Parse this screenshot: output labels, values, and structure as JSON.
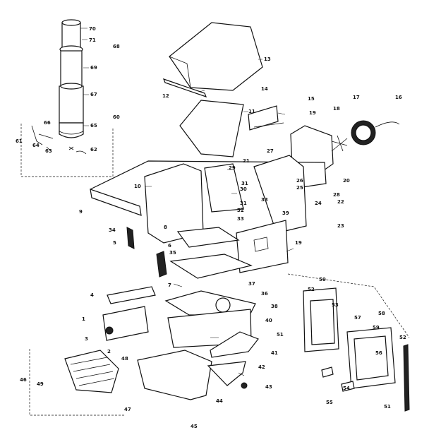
{
  "callouts": [
    {
      "id": "c70",
      "text": "70"
    },
    {
      "id": "c71",
      "text": "71"
    },
    {
      "id": "c69",
      "text": "69"
    },
    {
      "id": "c68",
      "text": "68"
    },
    {
      "id": "c67",
      "text": "67"
    },
    {
      "id": "c60",
      "text": "60"
    },
    {
      "id": "c66",
      "text": "66"
    },
    {
      "id": "c65",
      "text": "65"
    },
    {
      "id": "c61",
      "text": "61"
    },
    {
      "id": "c64",
      "text": "64"
    },
    {
      "id": "c63",
      "text": "63"
    },
    {
      "id": "c62",
      "text": "62"
    },
    {
      "id": "c13",
      "text": "13"
    },
    {
      "id": "c12",
      "text": "12"
    },
    {
      "id": "c14",
      "text": "14"
    },
    {
      "id": "c11",
      "text": "11"
    },
    {
      "id": "c15",
      "text": "15"
    },
    {
      "id": "c17",
      "text": "17"
    },
    {
      "id": "c16",
      "text": "16"
    },
    {
      "id": "c19",
      "text": "19"
    },
    {
      "id": "c18",
      "text": "18"
    },
    {
      "id": "c20",
      "text": "20"
    },
    {
      "id": "c21",
      "text": "21"
    },
    {
      "id": "c27",
      "text": "27"
    },
    {
      "id": "c26",
      "text": "26"
    },
    {
      "id": "c25",
      "text": "25"
    },
    {
      "id": "c24",
      "text": "24"
    },
    {
      "id": "c22",
      "text": "22"
    },
    {
      "id": "c23",
      "text": "23"
    },
    {
      "id": "c10",
      "text": "10"
    },
    {
      "id": "c9",
      "text": "9"
    },
    {
      "id": "c29",
      "text": "29"
    },
    {
      "id": "c30",
      "text": "30"
    },
    {
      "id": "c31",
      "text": "31"
    },
    {
      "id": "c32",
      "text": "32"
    },
    {
      "id": "c33",
      "text": "33"
    },
    {
      "id": "c34",
      "text": "34"
    },
    {
      "id": "c5",
      "text": "5"
    },
    {
      "id": "c6",
      "text": "6"
    },
    {
      "id": "c35",
      "text": "35"
    },
    {
      "id": "c8",
      "text": "8"
    },
    {
      "id": "c7",
      "text": "7"
    },
    {
      "id": "c37",
      "text": "37"
    },
    {
      "id": "c36",
      "text": "36"
    },
    {
      "id": "c38",
      "text": "38"
    },
    {
      "id": "c40",
      "text": "40"
    },
    {
      "id": "c39",
      "text": "39"
    },
    {
      "id": "c4",
      "text": "4"
    },
    {
      "id": "c1",
      "text": "1"
    },
    {
      "id": "c3",
      "text": "3"
    },
    {
      "id": "c2",
      "text": "2"
    },
    {
      "id": "c48",
      "text": "48"
    },
    {
      "id": "c46",
      "text": "46"
    },
    {
      "id": "c49",
      "text": "49"
    },
    {
      "id": "c47",
      "text": "47"
    },
    {
      "id": "c45",
      "text": "45"
    },
    {
      "id": "c44",
      "text": "44"
    },
    {
      "id": "c43",
      "text": "43"
    },
    {
      "id": "c42",
      "text": "42"
    },
    {
      "id": "c41",
      "text": "41"
    },
    {
      "id": "c51",
      "text": "51"
    },
    {
      "id": "c50",
      "text": "50"
    },
    {
      "id": "c52",
      "text": "52"
    },
    {
      "id": "c53",
      "text": "53"
    },
    {
      "id": "c57",
      "text": "57"
    },
    {
      "id": "c58",
      "text": "58"
    },
    {
      "id": "c59",
      "text": "59"
    },
    {
      "id": "c52b",
      "text": "52"
    },
    {
      "id": "c56",
      "text": "56"
    },
    {
      "id": "c54",
      "text": "54"
    },
    {
      "id": "c55",
      "text": "55"
    },
    {
      "id": "c51b",
      "text": "51"
    },
    {
      "id": "c33b",
      "text": "33"
    },
    {
      "id": "c19b",
      "text": "19"
    },
    {
      "id": "c31b",
      "text": "31"
    },
    {
      "id": "c28",
      "text": "28"
    }
  ]
}
